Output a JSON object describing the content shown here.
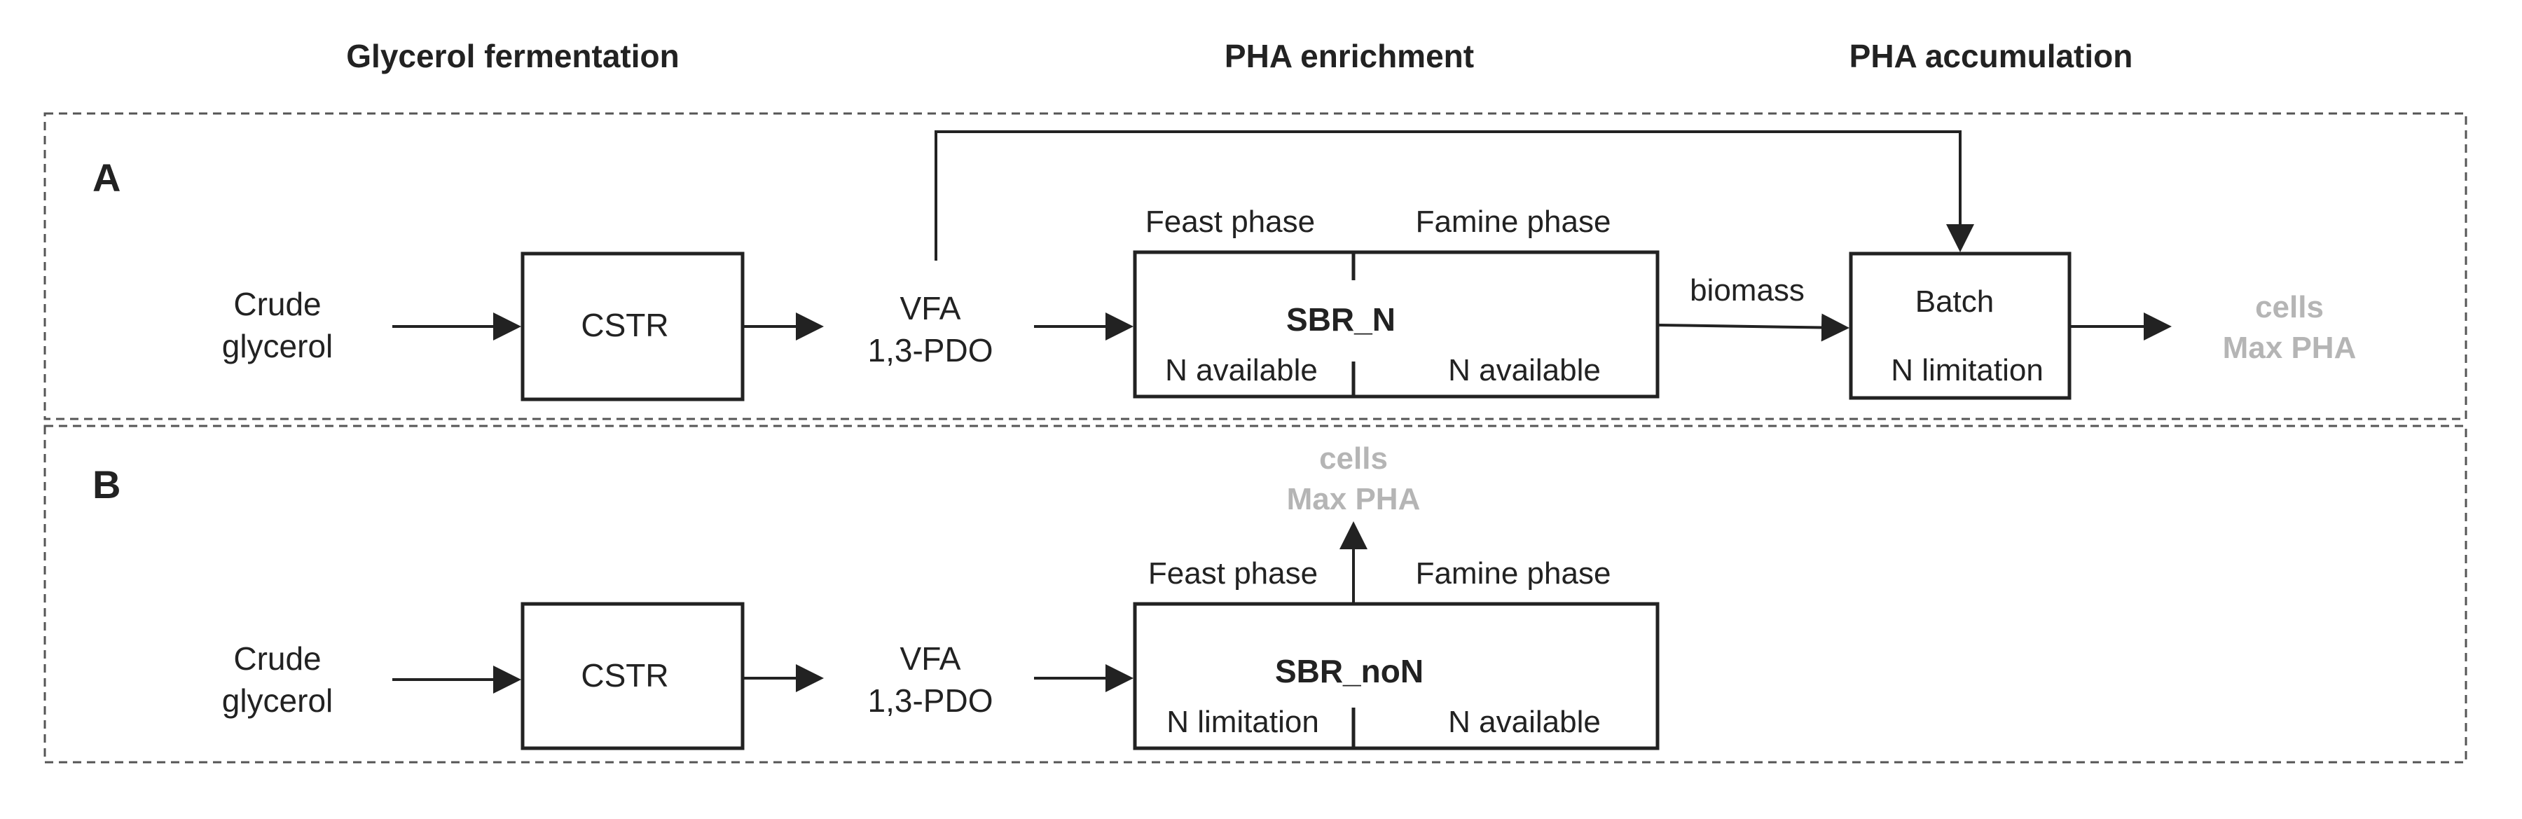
{
  "headers": {
    "fermentation": "Glycerol fermentation",
    "enrichment": "PHA enrichment",
    "accumulation": "PHA accumulation"
  },
  "panel_a": {
    "letter": "A",
    "input_line1": "Crude",
    "input_line2": "glycerol",
    "cstr": "CSTR",
    "vfa_line1": "VFA",
    "vfa_line2": "1,3-PDO",
    "feast": "Feast phase",
    "famine": "Famine phase",
    "sbr": "SBR_N",
    "feast_condition": "N available",
    "famine_condition": "N available",
    "biomass": "biomass",
    "batch": "Batch",
    "batch_condition": "N limitation",
    "output_line1": "cells",
    "output_line2": "Max PHA"
  },
  "panel_b": {
    "letter": "B",
    "input_line1": "Crude",
    "input_line2": "glycerol",
    "cstr": "CSTR",
    "vfa_line1": "VFA",
    "vfa_line2": "1,3-PDO",
    "feast": "Feast phase",
    "famine": "Famine phase",
    "sbr": "SBR_noN",
    "feast_condition": "N limitation",
    "famine_condition": "N available",
    "output_line1": "cells",
    "output_line2": "Max PHA"
  },
  "colors": {
    "line": "#222222",
    "dashed_border": "#555555",
    "output_text": "#b5b5b5"
  }
}
